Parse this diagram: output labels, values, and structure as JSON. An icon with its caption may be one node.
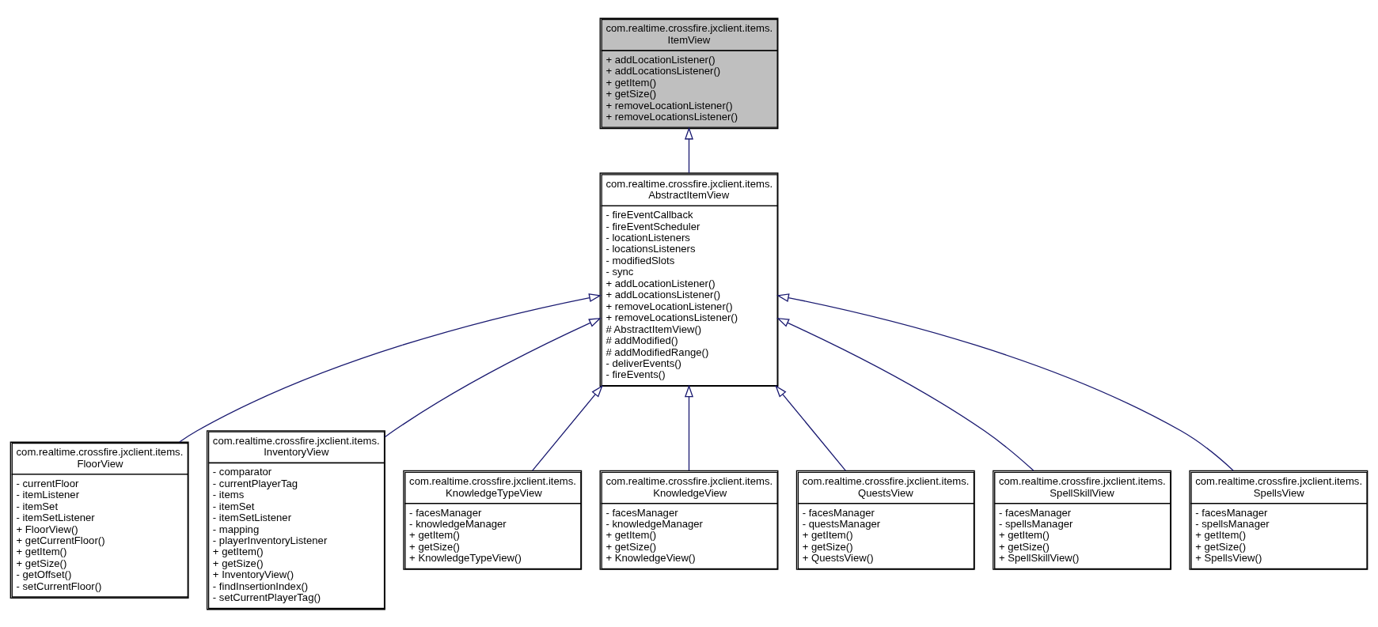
{
  "diagram": {
    "nodes": [
      {
        "text": [
          "com.realtime.crossfire.jxclient.items. ItemView",
          "+ addLocationListener()",
          "+ addLocationsListener()",
          "+ getItem()",
          "+ getSize()",
          "+ removeLocationListener()",
          "+ removeLocationsListener()"
        ]
      },
      {
        "text": [
          "com.realtime.crossfire.jxclient.items. AbstractItemView",
          "- fireEventCallback",
          "- fireEventScheduler",
          "- locationListeners",
          "- locationsListeners",
          "- modifiedSlots",
          "- sync",
          "+ addLocationListener()",
          "+ addLocationsListener()",
          "+ removeLocationListener()",
          "+ removeLocationsListener()",
          "# AbstractItemView()",
          "# addModified()",
          "# addModifiedRange()",
          "- deliverEvents()",
          "- fireEvents()"
        ]
      },
      {
        "text": [
          "com.realtime.crossfire.jxclient.items. FloorView",
          "- currentFloor",
          "- itemListener",
          "- itemSet",
          "- itemSetListener",
          "+ FloorView()",
          "+ getCurrentFloor()",
          "+ getItem()",
          "+ getSize()",
          "- getOffset()",
          "- setCurrentFloor()"
        ]
      },
      {
        "text": [
          "com.realtime.crossfire.jxclient.items. InventoryView",
          "- comparator",
          "- currentPlayerTag",
          "- items",
          "- itemSet",
          "- itemSetListener",
          "- mapping",
          "- playerInventoryListener",
          "+ getItem()",
          "+ getSize()",
          "+ InventoryView()",
          "- findInsertionIndex()",
          "- setCurrentPlayerTag()"
        ]
      },
      {
        "text": [
          "com.realtime.crossfire.jxclient.items. KnowledgeTypeView",
          "- facesManager",
          "- knowledgeManager",
          "+ getItem()",
          "+ getSize()",
          "+ KnowledgeTypeView()"
        ]
      },
      {
        "text": [
          "com.realtime.crossfire.jxclient.items. KnowledgeView",
          "- facesManager",
          "- knowledgeManager",
          "+ getItem()",
          "+ getSize()",
          "+ KnowledgeView()"
        ]
      },
      {
        "text": [
          "com.realtime.crossfire.jxclient.items. QuestsView",
          "- facesManager",
          "- questsManager",
          "+ getItem()",
          "+ getSize()",
          "+ QuestsView()"
        ]
      },
      {
        "text": [
          "com.realtime.crossfire.jxclient.items. SpellSkillView",
          "- facesManager",
          "- spellsManager",
          "+ getItem()",
          "+ getSize()",
          "+ SpellSkillView()"
        ]
      },
      {
        "text": [
          "com.realtime.crossfire.jxclient.items. SpellsView",
          "- facesManager",
          "- spellsManager",
          "+ getItem()",
          "+ getSize()",
          "+ SpellsView()"
        ]
      }
    ],
    "edges": [
      {
        "from": 1,
        "to": 0,
        "arrow": "to"
      },
      {
        "from": 2,
        "to": 1,
        "arrow": "to"
      },
      {
        "from": 3,
        "to": 1,
        "arrow": "to"
      },
      {
        "from": 4,
        "to": 1,
        "arrow": "to"
      },
      {
        "from": 5,
        "to": 1,
        "arrow": "to"
      },
      {
        "from": 6,
        "to": 1,
        "arrow": "to"
      },
      {
        "from": 7,
        "to": 1,
        "arrow": "to"
      },
      {
        "from": 8,
        "to": 1,
        "arrow": "to"
      }
    ]
  }
}
